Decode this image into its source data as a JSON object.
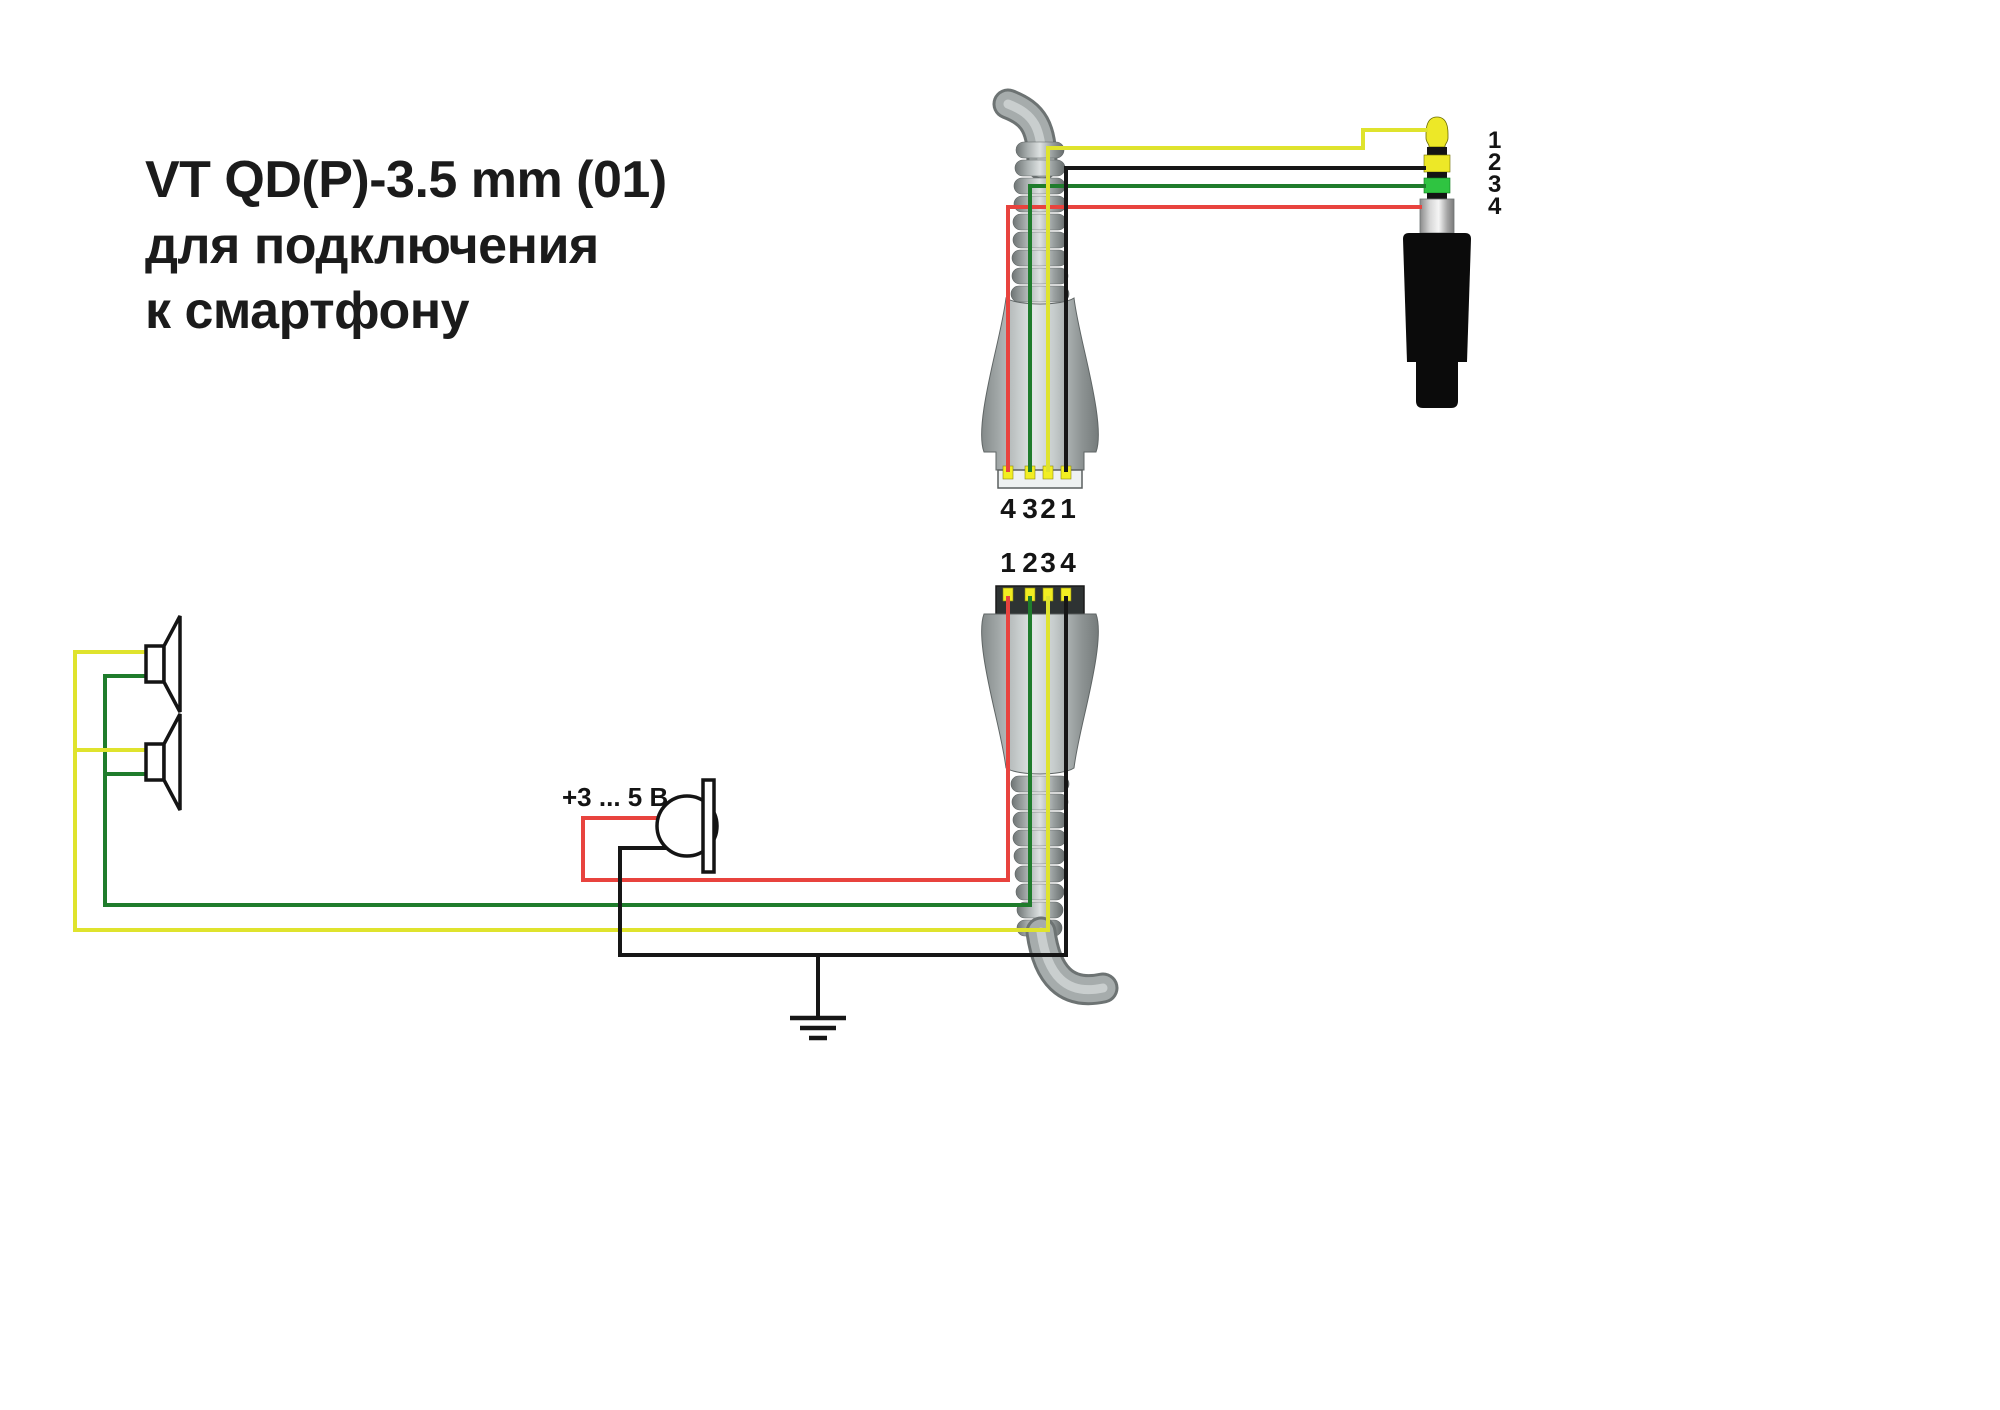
{
  "title": {
    "line1": "VT QD(P)-3.5 mm (01)",
    "line2": "для подключения",
    "line3": "к смартфону"
  },
  "qd_top": {
    "pin_labels": [
      "4",
      "3",
      "2",
      "1"
    ]
  },
  "qd_bottom": {
    "pin_labels": [
      "1",
      "2",
      "3",
      "4"
    ]
  },
  "plug": {
    "ring_labels": [
      "1",
      "2",
      "3",
      "4"
    ]
  },
  "microphone": {
    "voltage_label": "+3 ... 5 В"
  },
  "colors": {
    "wire_yellow": "#dfe32d",
    "wire_green": "#1f7c2c",
    "wire_red": "#e8433e",
    "wire_black": "#161616",
    "contact_yellow": "#f2ee22",
    "plug_yellow": "#ede827",
    "plug_green": "#2fc441",
    "plug_handle_black": "#0b0b0b",
    "background": "#ffffff"
  },
  "icons": {
    "speaker_top": "speaker-icon",
    "speaker_bottom": "speaker-icon",
    "microphone": "microphone-icon",
    "ground": "ground-icon"
  }
}
